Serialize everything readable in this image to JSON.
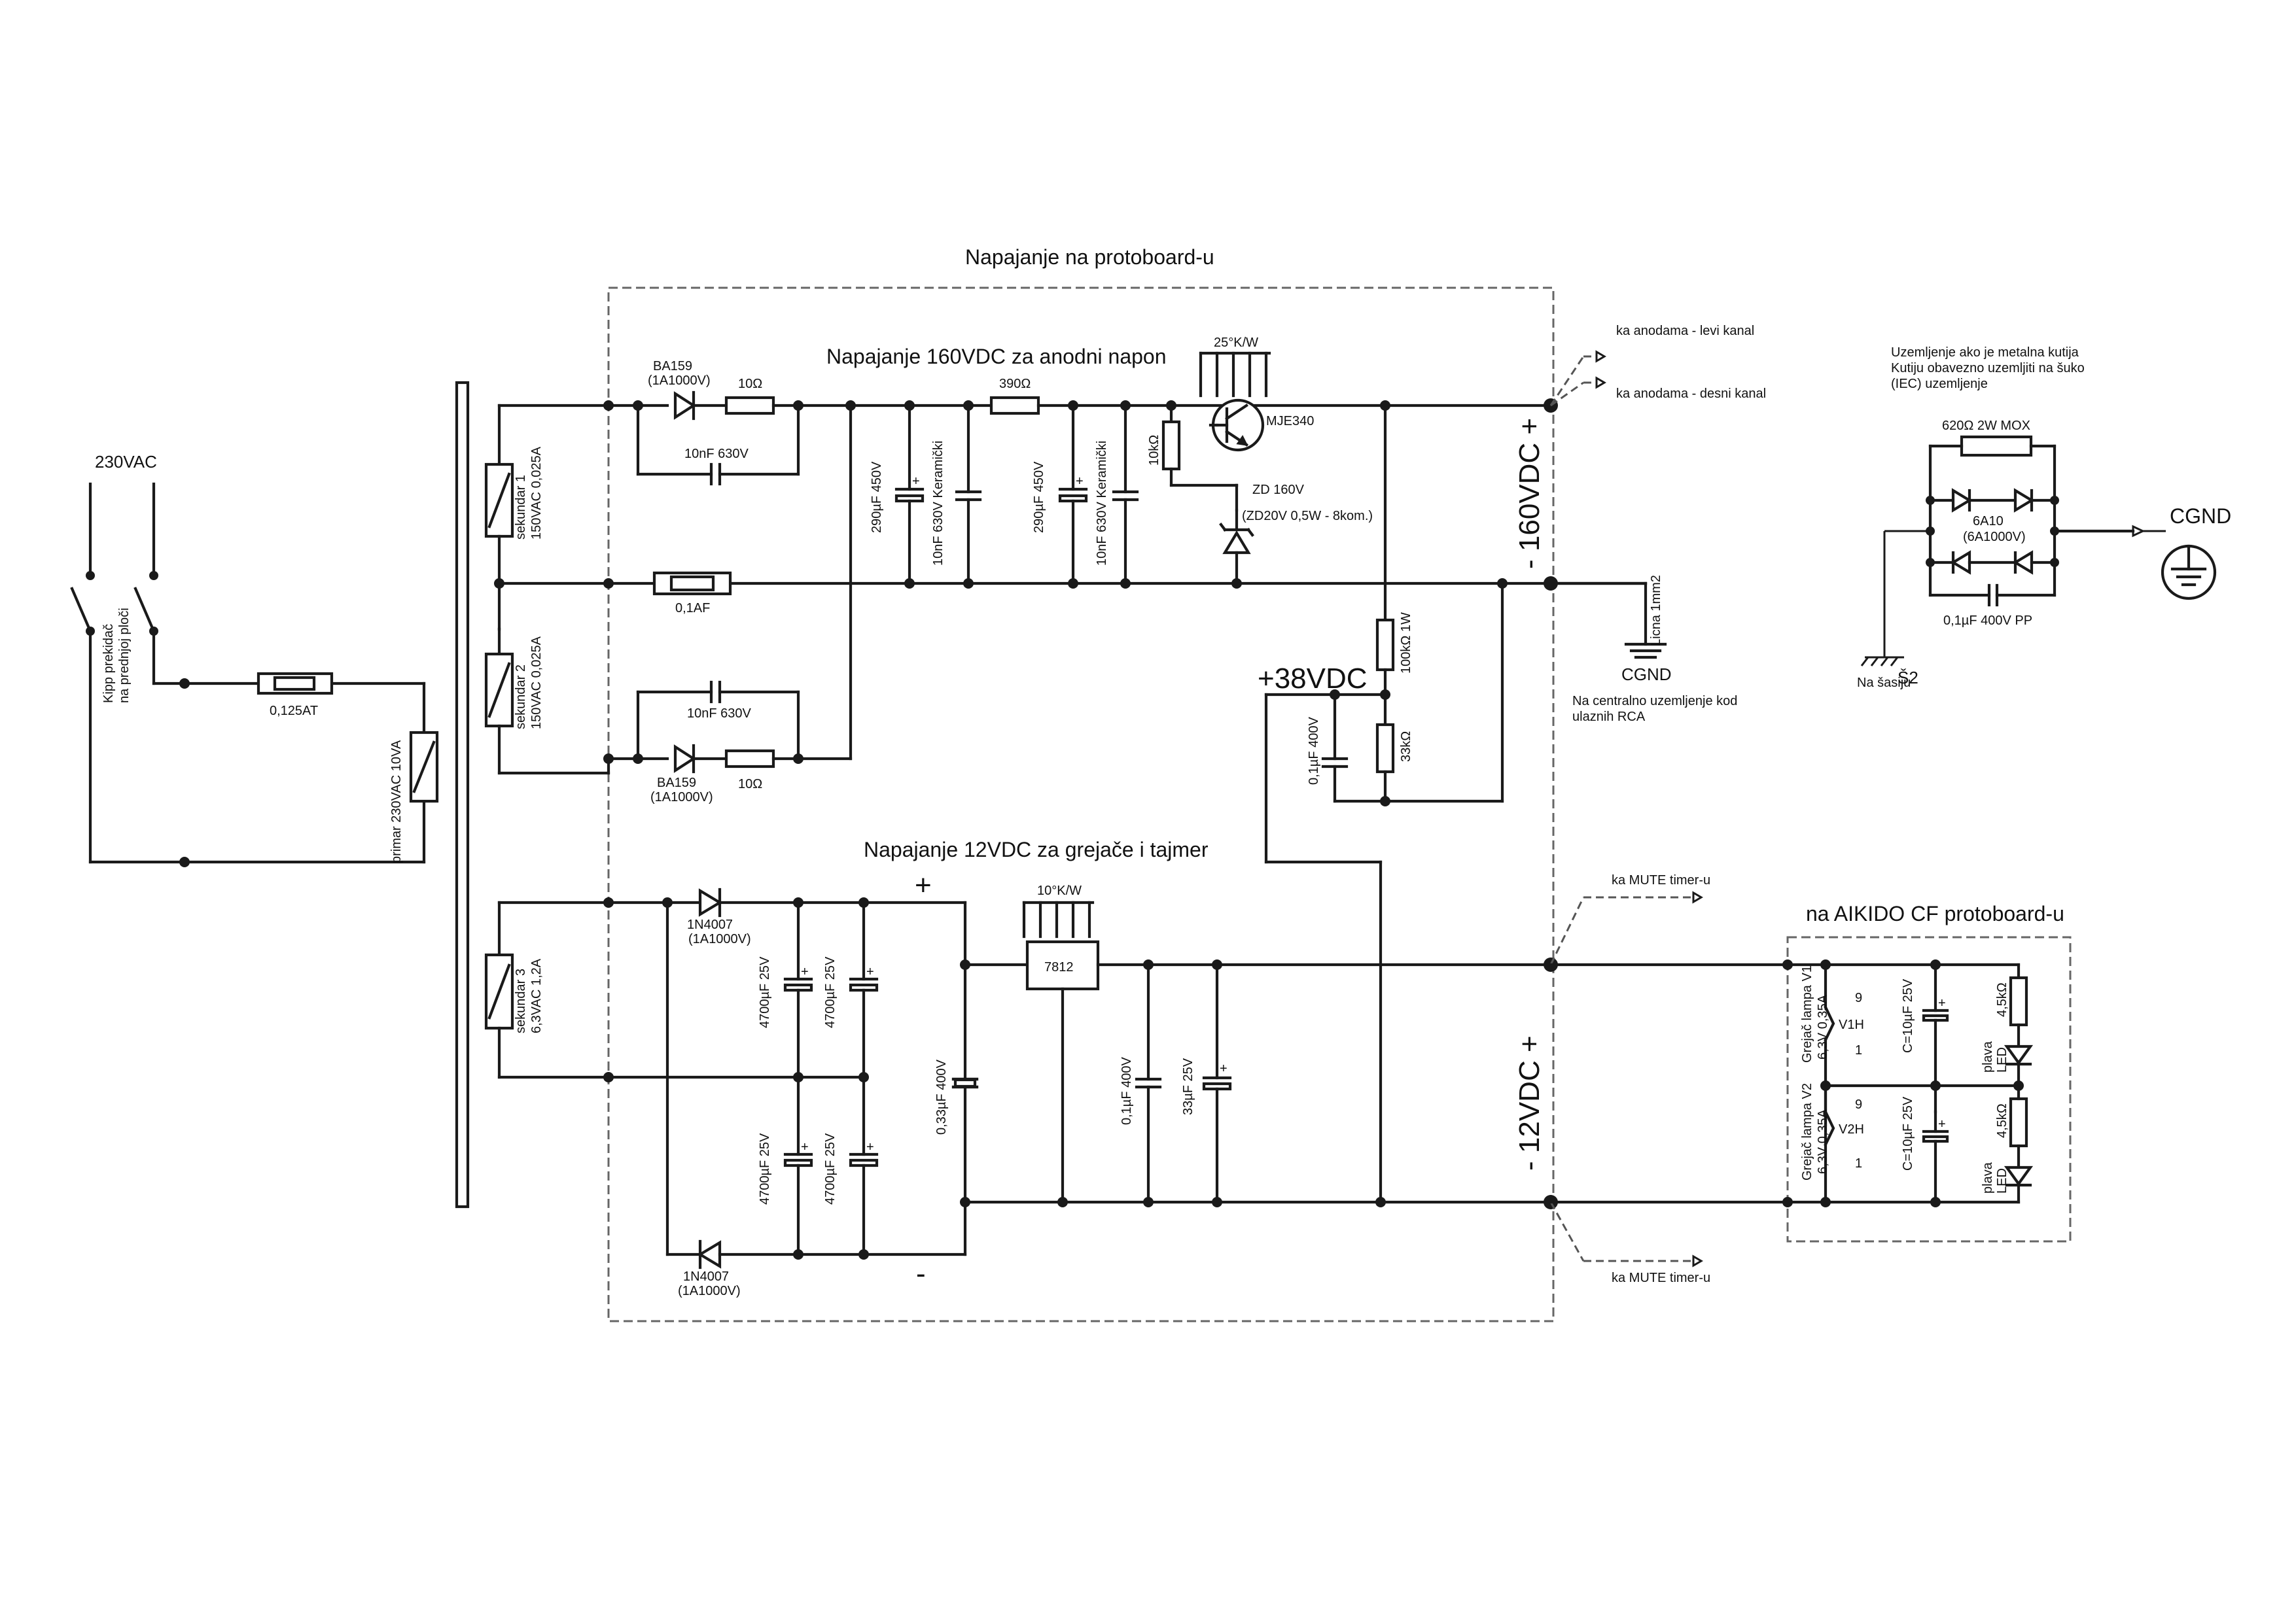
{
  "frames": {
    "protoboard_title": "Napajanje na protoboard-u",
    "aikido_title": "na AIKIDO CF protoboard-u"
  },
  "sections": {
    "hv_title": "Napajanje 160VDC za anodni napon",
    "lv_title": "Napajanje 12VDC za grejače i tajmer"
  },
  "mains": {
    "input": "230VAC",
    "switch": "Kipp prekidač",
    "switch_sub": "na prednjoj ploči",
    "fuse": "0,125AT",
    "primary": "primar 230VAC 10VA"
  },
  "transformer": {
    "sec1_a": "sekundar 1",
    "sec1_b": "150VAC 0,025A",
    "sec2_a": "sekundar 2",
    "sec2_b": "150VAC 0,025A",
    "sec3_a": "sekundar 3",
    "sec3_b": "6,3VAC 1,2A"
  },
  "hv": {
    "d1": "BA159",
    "d1_sub": "(1A1000V)",
    "r1": "10Ω",
    "c1": "10nF 630V",
    "d2": "BA159",
    "d2_sub": "(1A1000V)",
    "r2": "10Ω",
    "c2": "10nF 630V",
    "fuse": "0,1AF",
    "c3": "290µF 450V",
    "c4": "10nF 630V Keramički",
    "r3": "390Ω",
    "c5": "290µF 450V",
    "c6": "10nF 630V Keramički",
    "heatsink": "25°K/W",
    "transistor": "MJE340",
    "r4": "10kΩ",
    "zener": "ZD 160V",
    "zener_sub": "(ZD20V 0,5W - 8kom.)",
    "r5": "100kΩ 1W",
    "r6": "33kΩ",
    "c7": "0,1µF 400V",
    "bias_out": "+38VDC",
    "rail_label": "- 160VDC +",
    "out_left": "ka anodama - levi kanal",
    "out_right": "ka anodama - desni kanal",
    "wire": "Licna 1mm2",
    "cgnd": "CGND",
    "cgnd_note_a": "Na centralno uzemljenje kod",
    "cgnd_note_b": "ulaznih RCA"
  },
  "lv": {
    "d3": "1N4007",
    "d3_sub": "(1A1000V)",
    "d4": "1N4007",
    "d4_sub": "(1A1000V)",
    "c_bulk_1": "4700µF 25V",
    "c_bulk_2": "4700µF 25V",
    "c_bulk_3": "4700µF 25V",
    "c_bulk_4": "4700µF 25V",
    "plus": "+",
    "minus": "-",
    "c_in": "0,33µF 400V",
    "heatsink": "10°K/W",
    "regulator": "7812",
    "c_out1": "0,1µF 400V",
    "c_out2": "33µF 25V",
    "rail_label": "- 12VDC +",
    "mute_top": "ka MUTE timer-u",
    "mute_bottom": "ka MUTE timer-u"
  },
  "aikido": {
    "lamp1_a": "Grejač lampa V1",
    "lamp1_b": "6,3V 0,35A",
    "lamp1_name": "V1H",
    "lamp2_a": "Grejač lampa V2",
    "lamp2_b": "6,3V 0,35A",
    "lamp2_name": "V2H",
    "pin9": "9",
    "pin1": "1",
    "cap": "C=10µF 25V",
    "res": "4,5kΩ",
    "led_a": "plava",
    "led_b": "LED"
  },
  "grounding": {
    "note1": "Uzemljenje ako je metalna kutija",
    "note2": "Kutiju obavezno  uzemljiti na šuko",
    "note3": "(IEC) uzemljenje",
    "resistor": "620Ω 2W MOX",
    "diodes": "6A10",
    "diodes_sub": "(6A1000V)",
    "cap": "0,1µF 400V PP",
    "cgnd": "CGND",
    "chassis": "Š2",
    "chassis_note": "Na šasiju"
  }
}
